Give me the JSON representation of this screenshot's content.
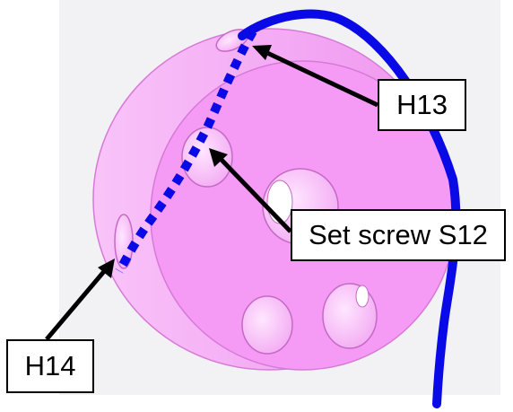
{
  "labels": {
    "h13": "H13",
    "set_screw": "Set screw S12",
    "h14": "H14"
  },
  "colors": {
    "background_panel": "#f2f2f5",
    "part_face": "#f59af5",
    "part_edge": "#e98ae9",
    "part_rim": "#f7b2f7",
    "hole_inner": "#ffd6ff",
    "cable": "#0a0ae6",
    "arrow": "#000000",
    "label_border": "#000000"
  },
  "icons": [
    "arrow-right-icon"
  ]
}
